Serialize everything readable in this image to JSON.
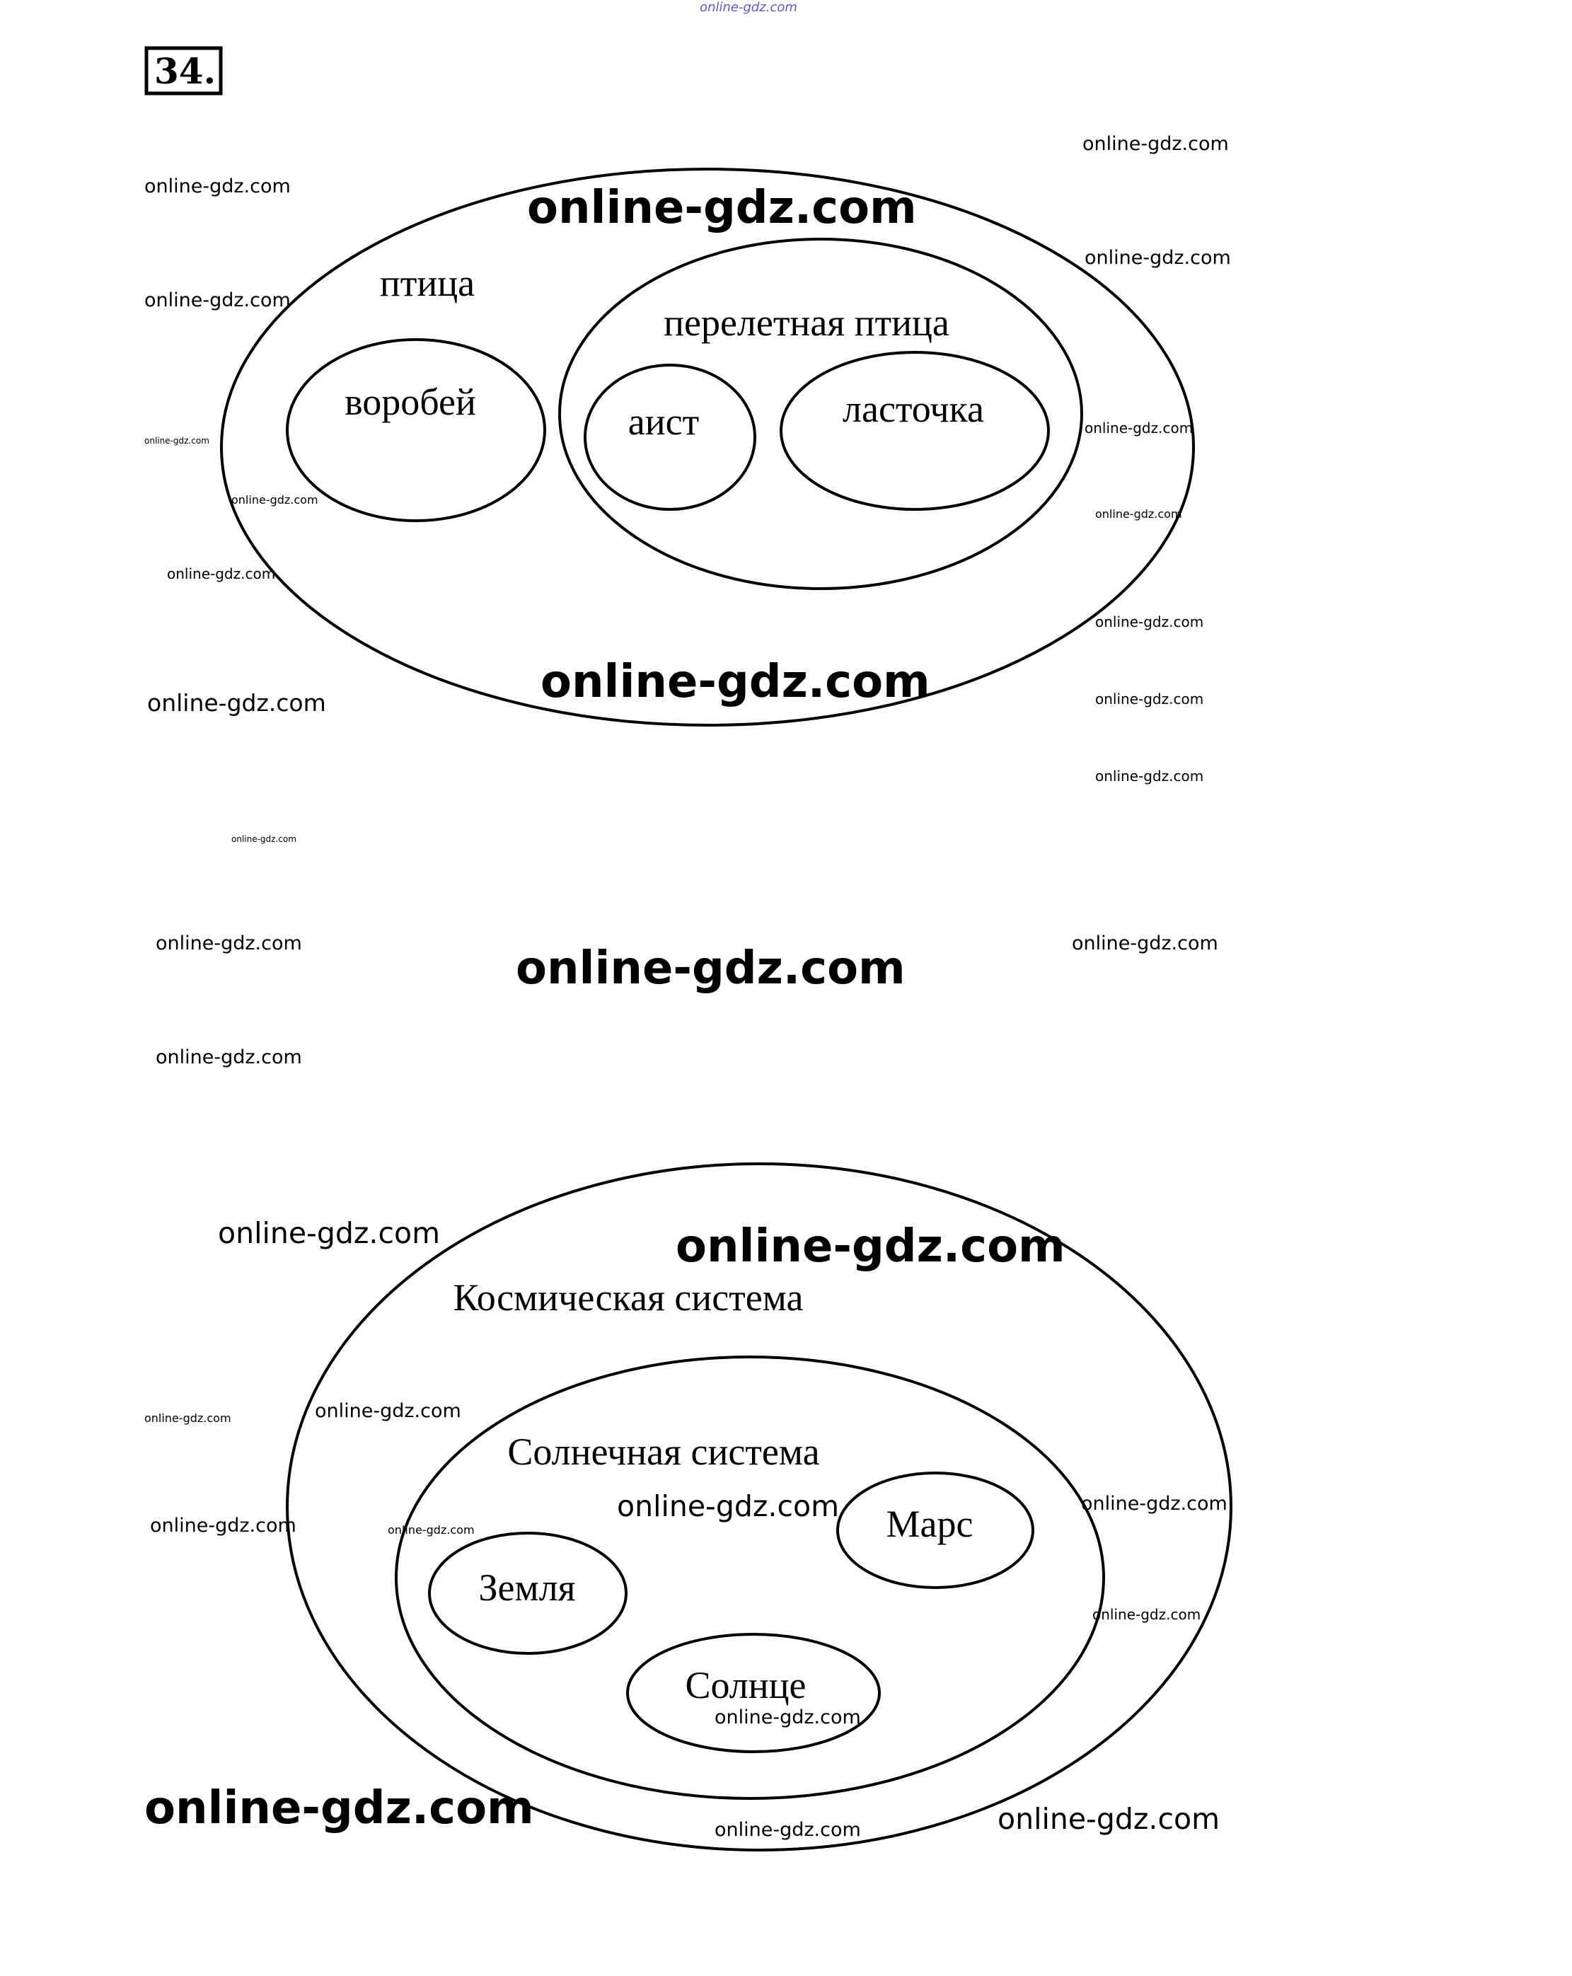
{
  "exercise": {
    "number": "34",
    "suffix": "."
  },
  "diagrams": [
    {
      "id": "birds",
      "labels": {
        "outer": "птица",
        "inner_group": "перелетная птица",
        "sparrow": "воробей",
        "stork": "аист",
        "swallow": "ласточка"
      }
    },
    {
      "id": "space",
      "labels": {
        "outer": "Космическая система",
        "inner_group": "Солнечная система",
        "earth": "Земля",
        "mars": "Марс",
        "sun": "Солнце"
      }
    }
  ],
  "watermark": "online-gdz.com",
  "colors": {
    "stroke": "#000000",
    "background": "#ffffff",
    "top_watermark": "#6a4fd6"
  }
}
